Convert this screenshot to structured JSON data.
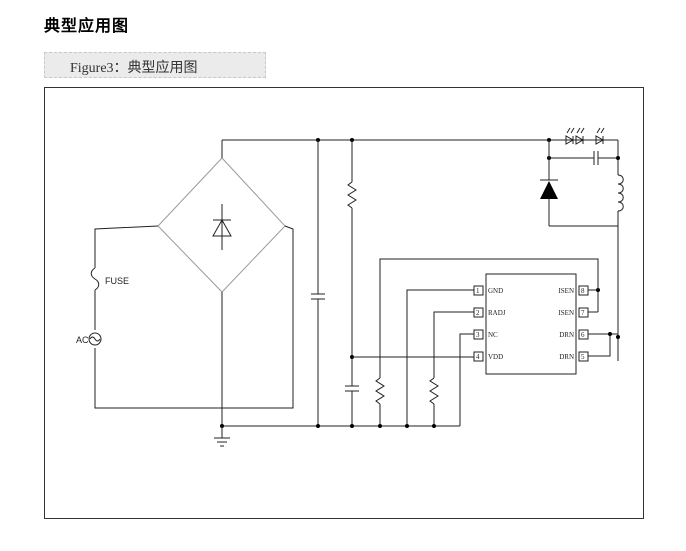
{
  "heading": "典型应用图",
  "figure_caption": "Figure3：典型应用图",
  "labels": {
    "fuse": "FUSE",
    "ac": "AC"
  },
  "ic": {
    "pins_left": [
      {
        "num": "1",
        "name": "GND"
      },
      {
        "num": "2",
        "name": "RADJ"
      },
      {
        "num": "3",
        "name": "NC"
      },
      {
        "num": "4",
        "name": "VDD"
      }
    ],
    "pins_right": [
      {
        "num": "8",
        "name": "ISEN"
      },
      {
        "num": "7",
        "name": "ISEN"
      },
      {
        "num": "6",
        "name": "DRN"
      },
      {
        "num": "5",
        "name": "DRN"
      }
    ]
  }
}
